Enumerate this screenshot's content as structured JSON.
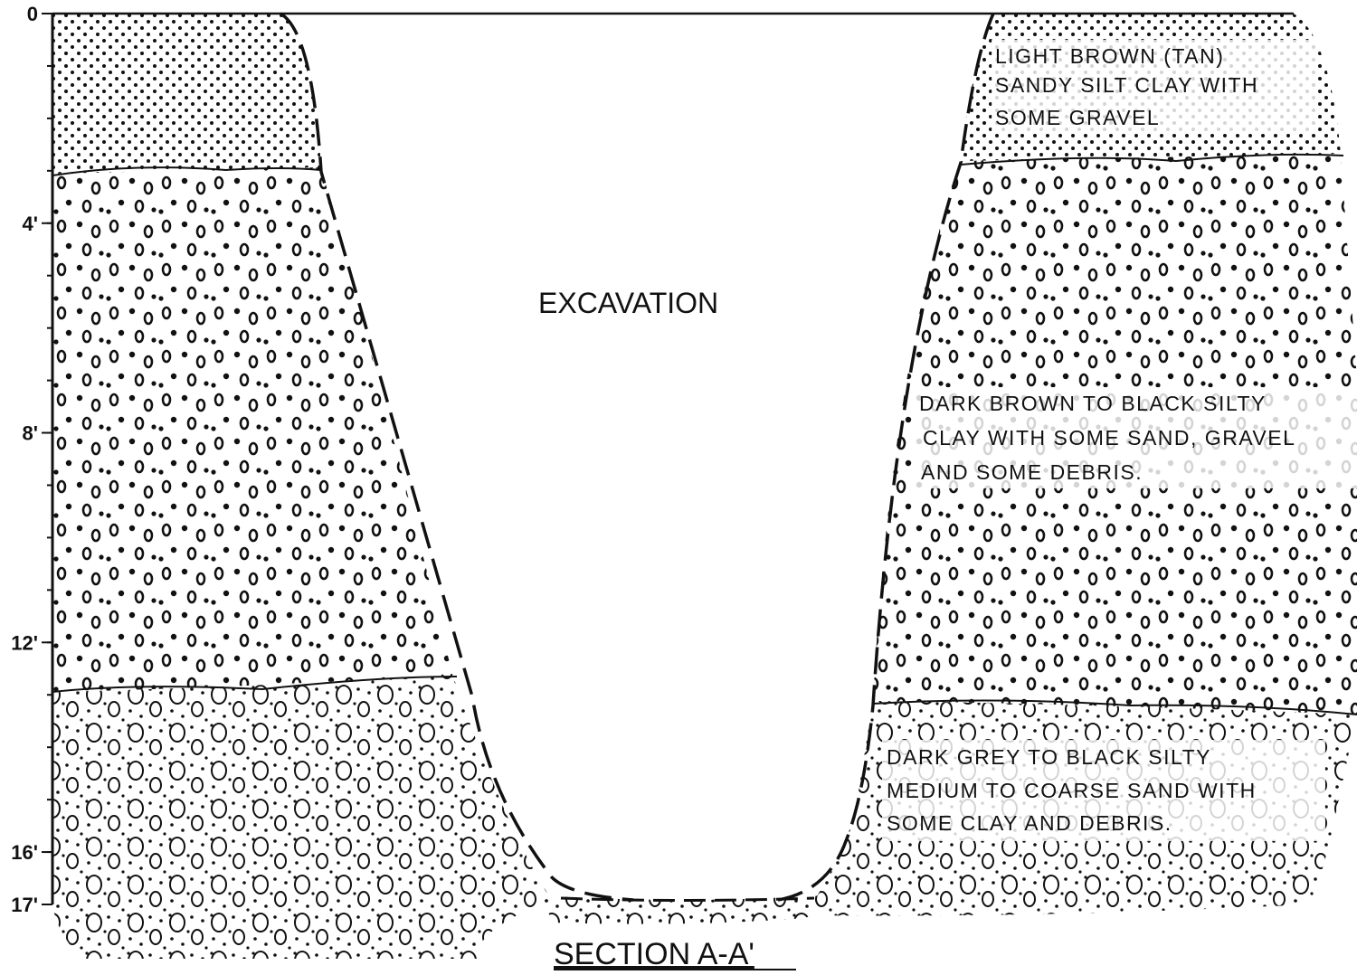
{
  "diagram": {
    "excavation_label": "EXCAVATION",
    "section_title": "SECTION A-A'",
    "depth_ticks": [
      {
        "label": "0",
        "depth": 0
      },
      {
        "label": "4'",
        "depth": 4
      },
      {
        "label": "8'",
        "depth": 8
      },
      {
        "label": "12'",
        "depth": 12
      },
      {
        "label": "16'",
        "depth": 16
      },
      {
        "label": "17'",
        "depth": 17
      }
    ],
    "layers": {
      "upper": {
        "lines": [
          "LIGHT BROWN (TAN)",
          "SANDY SILT CLAY WITH",
          "SOME GRAVEL"
        ]
      },
      "middle": {
        "lines": [
          "DARK BROWN TO BLACK SILTY",
          "CLAY WITH SOME SAND, GRAVEL",
          "AND SOME DEBRIS."
        ]
      },
      "lower": {
        "lines": [
          "DARK GREY TO BLACK SILTY",
          "MEDIUM TO COARSE SAND WITH",
          "SOME CLAY AND DEBRIS."
        ]
      }
    }
  }
}
